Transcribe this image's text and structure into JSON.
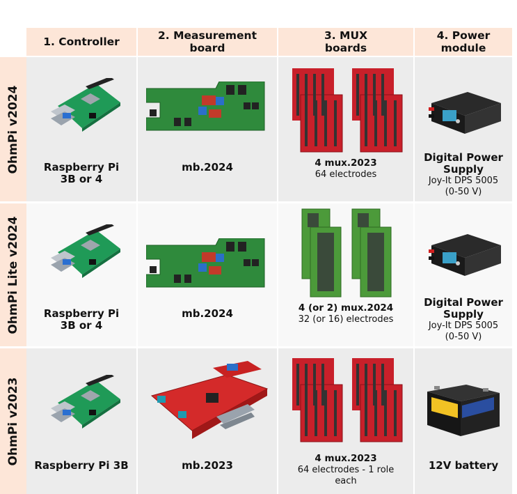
{
  "headers": [
    "1. Controller",
    "2. Measurement board",
    "3. MUX boards",
    "4. Power module"
  ],
  "header_lines": [
    [
      "1. Controller"
    ],
    [
      "2. Measurement",
      "board"
    ],
    [
      "3. MUX",
      "boards"
    ],
    [
      "4. Power",
      "module"
    ]
  ],
  "colors": {
    "header_bg": "#fde6d8",
    "row_shade": "#ececec",
    "row_light": "#f8f8f8",
    "pcb_green": "#2f8a3c",
    "mux_red": "#c8202a",
    "mb2023_red": "#d42a2a"
  },
  "rows": [
    {
      "label": "OhmPi v2024",
      "controller": {
        "title": "Raspberry Pi",
        "subtitle": "3B or 4"
      },
      "measurement": {
        "title": "mb.2024"
      },
      "mux": {
        "title": "4 mux.2023",
        "subtitle": "64 electrodes"
      },
      "power": {
        "title1": "Digital Power",
        "title2": "Supply",
        "detail1": "Joy-It DPS 5005",
        "detail2": "(0-50 V)"
      }
    },
    {
      "label": "OhmPi Lite v2024",
      "controller": {
        "title": "Raspberry Pi",
        "subtitle": "3B or 4"
      },
      "measurement": {
        "title": "mb.2024"
      },
      "mux": {
        "title": "4  (or 2) mux.2024",
        "subtitle": "32 (or 16) electrodes"
      },
      "power": {
        "title1": "Digital Power",
        "title2": "Supply",
        "detail1": "Joy-It DPS 5005",
        "detail2": "(0-50 V)"
      }
    },
    {
      "label": "OhmPi v2023",
      "controller": {
        "title": "Raspberry Pi 3B"
      },
      "measurement": {
        "title": "mb.2023"
      },
      "mux": {
        "title": "4 mux.2023",
        "subtitle": "64 electrodes - 1 role",
        "subtitle2": "each"
      },
      "power": {
        "title": "12V battery"
      }
    }
  ]
}
